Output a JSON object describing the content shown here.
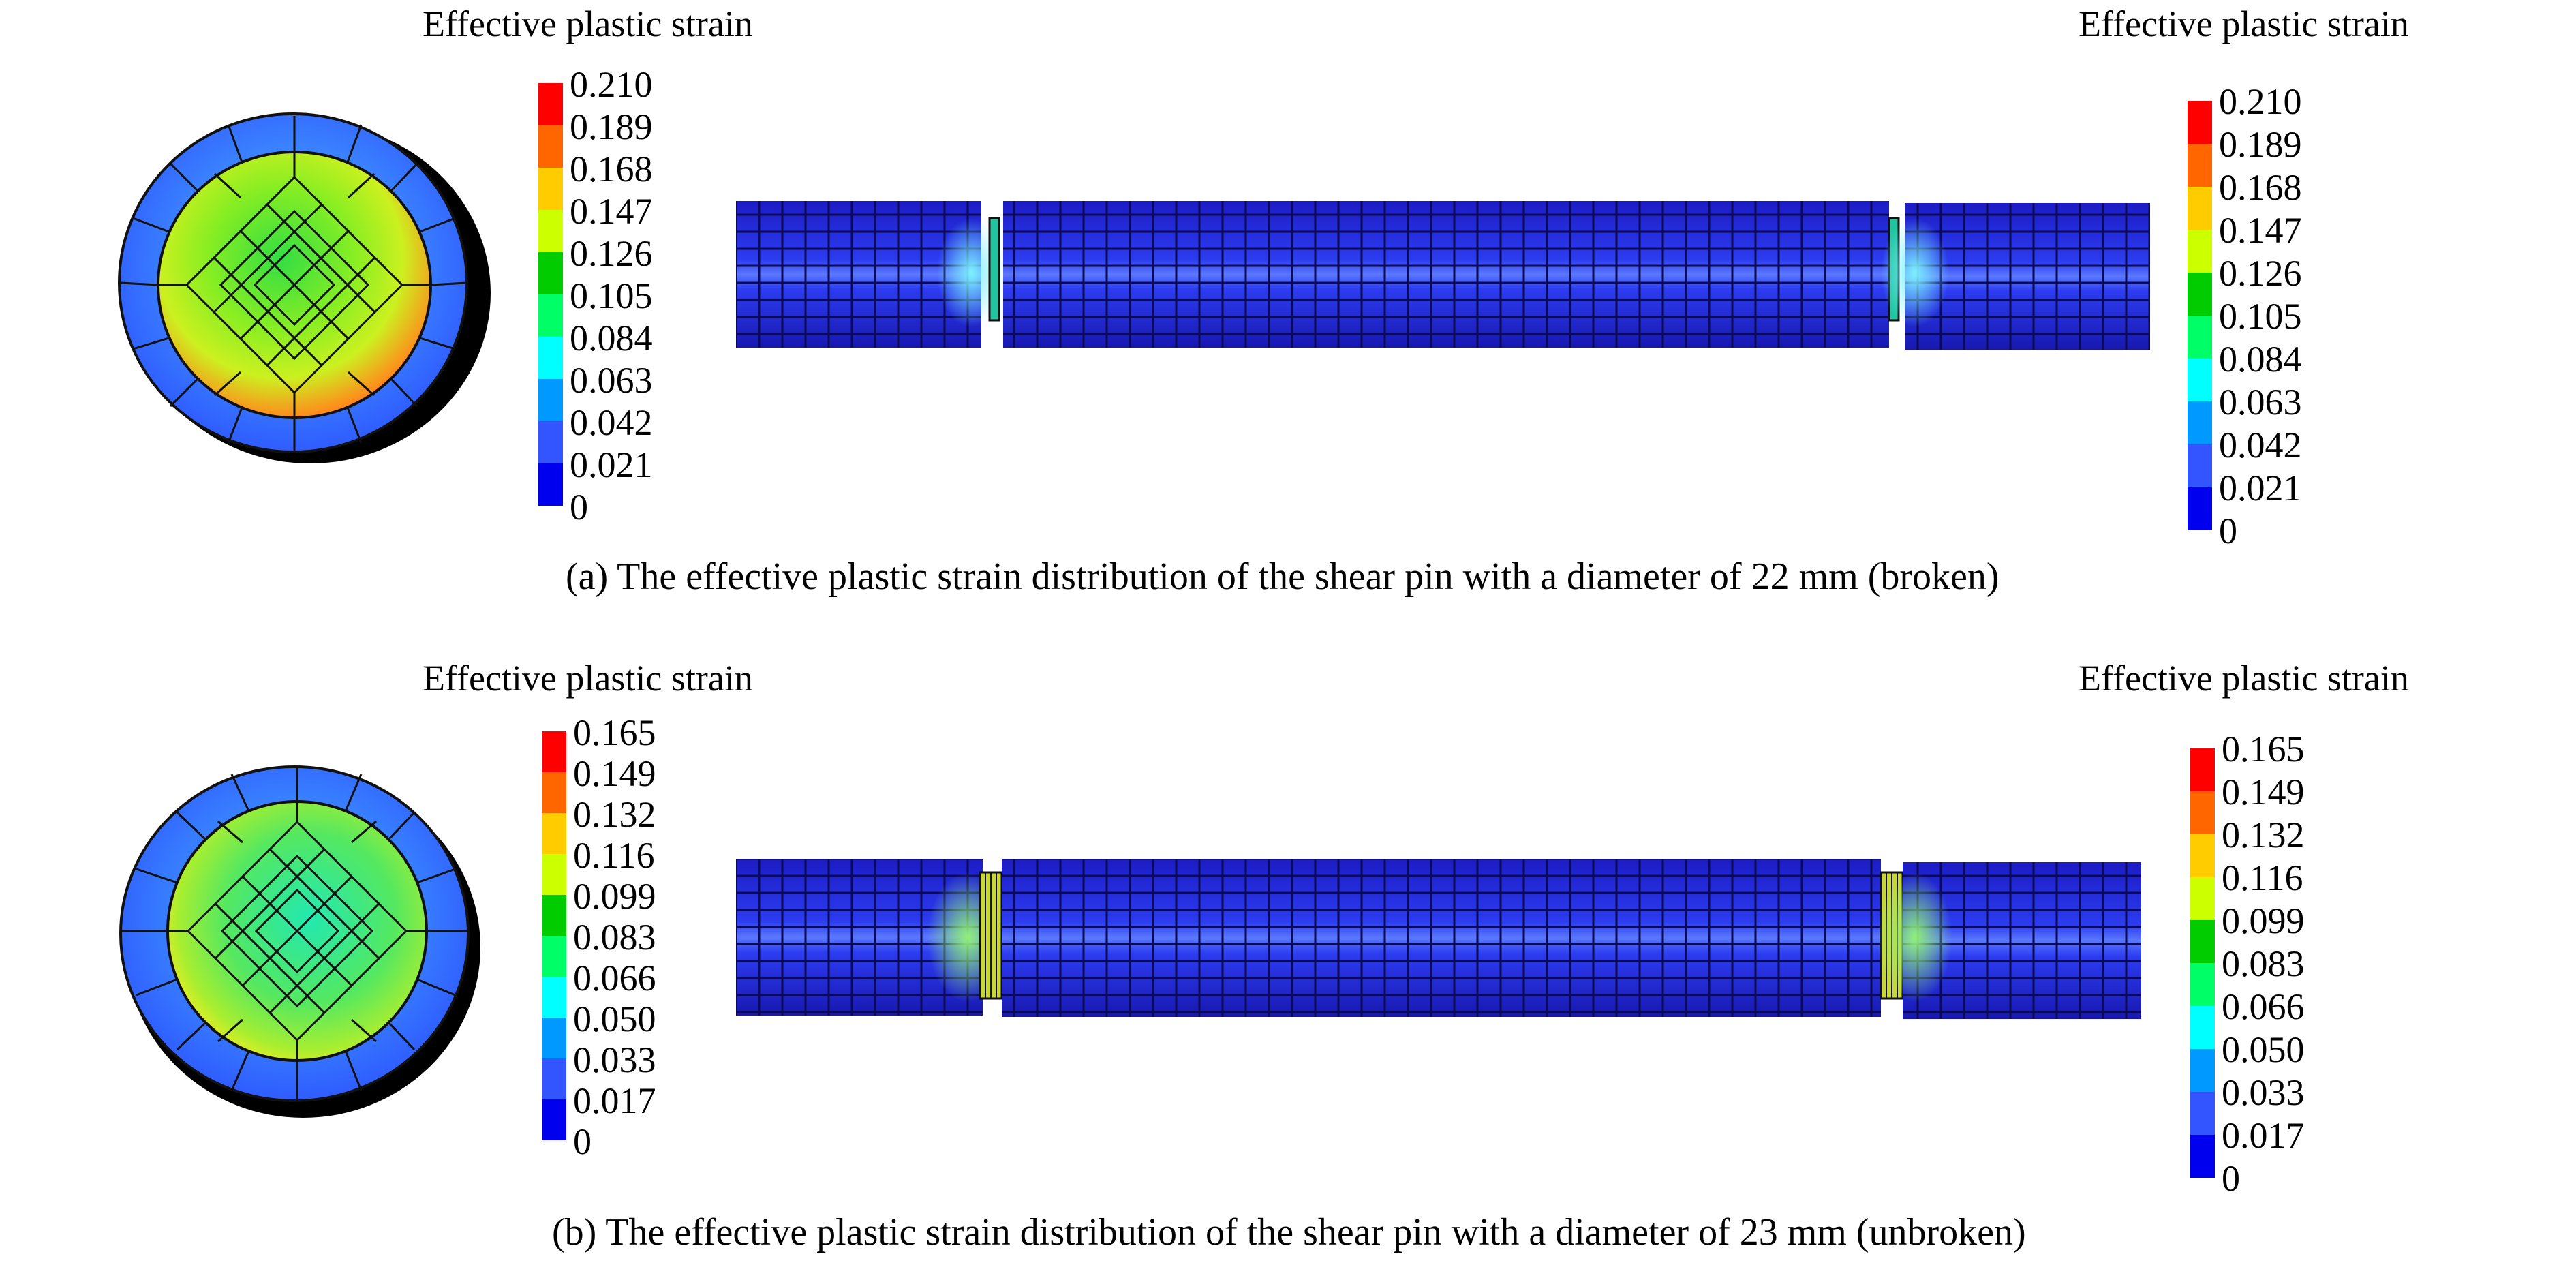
{
  "panels": [
    {
      "id": "a",
      "legend_title": "Effective plastic strain",
      "ticks": [
        "0.210",
        "0.189",
        "0.168",
        "0.147",
        "0.126",
        "0.105",
        "0.084",
        "0.063",
        "0.042",
        "0.021",
        "0"
      ],
      "caption": "(a) The effective plastic strain distribution of the shear pin with a diameter of 22 mm (broken)"
    },
    {
      "id": "b",
      "legend_title": "Effective plastic strain",
      "ticks": [
        "0.165",
        "0.149",
        "0.132",
        "0.116",
        "0.099",
        "0.083",
        "0.066",
        "0.050",
        "0.033",
        "0.017",
        "0"
      ],
      "caption": "(b) The effective plastic strain distribution of the shear pin with a diameter of 23 mm (unbroken)"
    }
  ],
  "colors": {
    "scale": [
      "#ff0000",
      "#ff6600",
      "#ffcc00",
      "#ccff00",
      "#00cc00",
      "#00ff66",
      "#00ffff",
      "#0099ff",
      "#3355ff",
      "#0000ee"
    ],
    "pin_body": "#1a1acc",
    "pin_center_band": "#4d6bff",
    "cross_section_outer": "#3a7bff",
    "mesh_lines": "#111111"
  }
}
